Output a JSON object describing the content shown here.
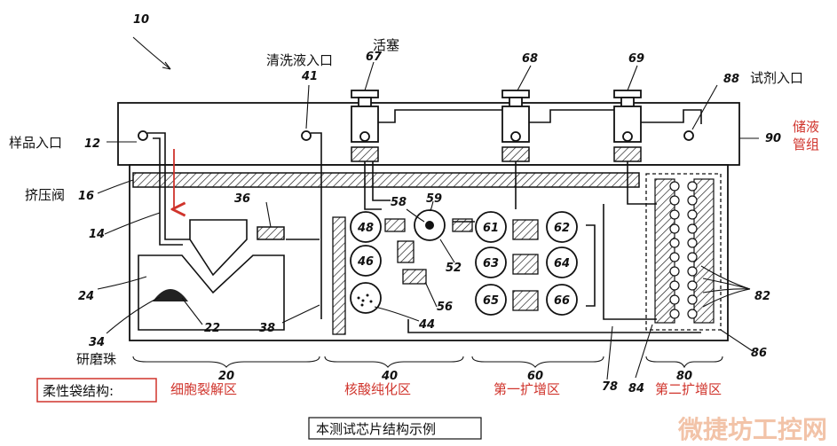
{
  "labels": {
    "fig_num": "10",
    "wash_inlet": "清洗液入口",
    "wash_num": "41",
    "piston": "活塞",
    "piston_num": "67",
    "n68": "68",
    "n69": "69",
    "n88": "88",
    "reagent_inlet": "试剂入口",
    "sample_inlet": "样品入口",
    "n12": "12",
    "storage_l1": "储液",
    "storage_l2": "管组",
    "n90": "90",
    "squeeze_valve": "挤压阀",
    "n16": "16",
    "n14": "14",
    "n36": "36",
    "n58": "58",
    "n59": "59",
    "n48": "48",
    "n61": "61",
    "n62": "62",
    "n46": "46",
    "n52": "52",
    "n63": "63",
    "n64": "64",
    "n24": "24",
    "n56": "56",
    "n65": "65",
    "n66": "66",
    "n82": "82",
    "n22": "22",
    "n38": "38",
    "n44": "44",
    "n34": "34",
    "beads": "研磨珠",
    "n86": "86",
    "n20": "20",
    "n40": "40",
    "n60": "60",
    "n80": "80",
    "n78": "78",
    "n84": "84",
    "flex_bag": "柔性袋结构:",
    "lysis": "细胞裂解区",
    "nucleic": "核酸纯化区",
    "amp1": "第一扩增区",
    "amp2": "第二扩增区",
    "caption": "本测试芯片结构示例",
    "watermark": "微捷坊工控网"
  },
  "colors": {
    "red": "#d0342c",
    "line": "#111111",
    "watermark": "#f2c3a8"
  }
}
